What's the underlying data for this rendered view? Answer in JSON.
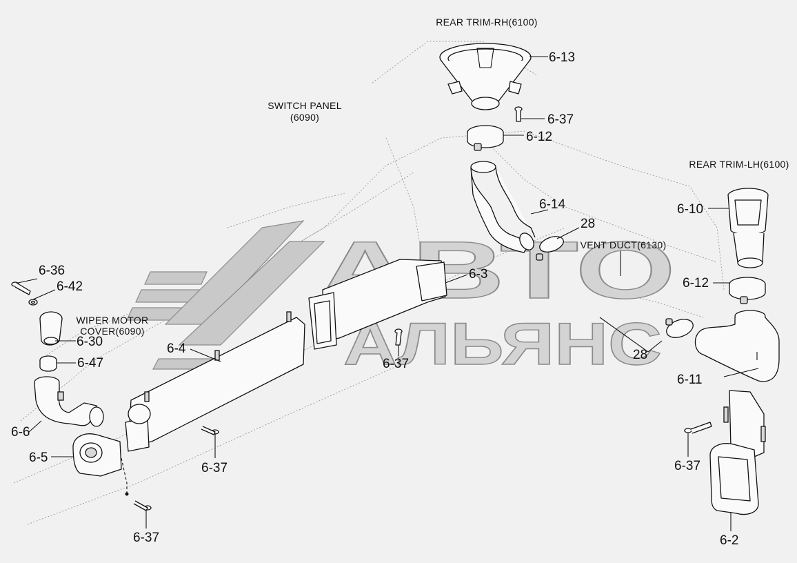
{
  "references": {
    "rear_trim_rh": "REAR TRIM-RH(6100)",
    "rear_trim_lh": "REAR TRIM-LH(6100)",
    "switch_panel_line1": "SWITCH PANEL",
    "switch_panel_line2": "(6090)",
    "wiper_cover_line1": "WIPER MOTOR",
    "wiper_cover_line2": "COVER(6090)",
    "vent_duct": "VENT DUCT(6130)"
  },
  "callouts": {
    "p6_13": "6-13",
    "p6_37_top": "6-37",
    "p6_12_top": "6-12",
    "p6_14": "6-14",
    "p28_top": "28",
    "p6_10": "6-10",
    "p6_12_right": "6-12",
    "p6_36": "6-36",
    "p6_42": "6-42",
    "p6_30": "6-30",
    "p6_47": "6-47",
    "p6_3": "6-3",
    "p6_4": "6-4",
    "p6_37_mid": "6-37",
    "p28_right": "28",
    "p6_11": "6-11",
    "p6_6": "6-6",
    "p6_5": "6-5",
    "p6_37_center": "6-37",
    "p6_37_bottom": "6-37",
    "p6_37_right": "6-37",
    "p6_2": "6-2"
  },
  "watermark": {
    "line1": "АВТО",
    "line2": "АЛЬЯНС"
  }
}
